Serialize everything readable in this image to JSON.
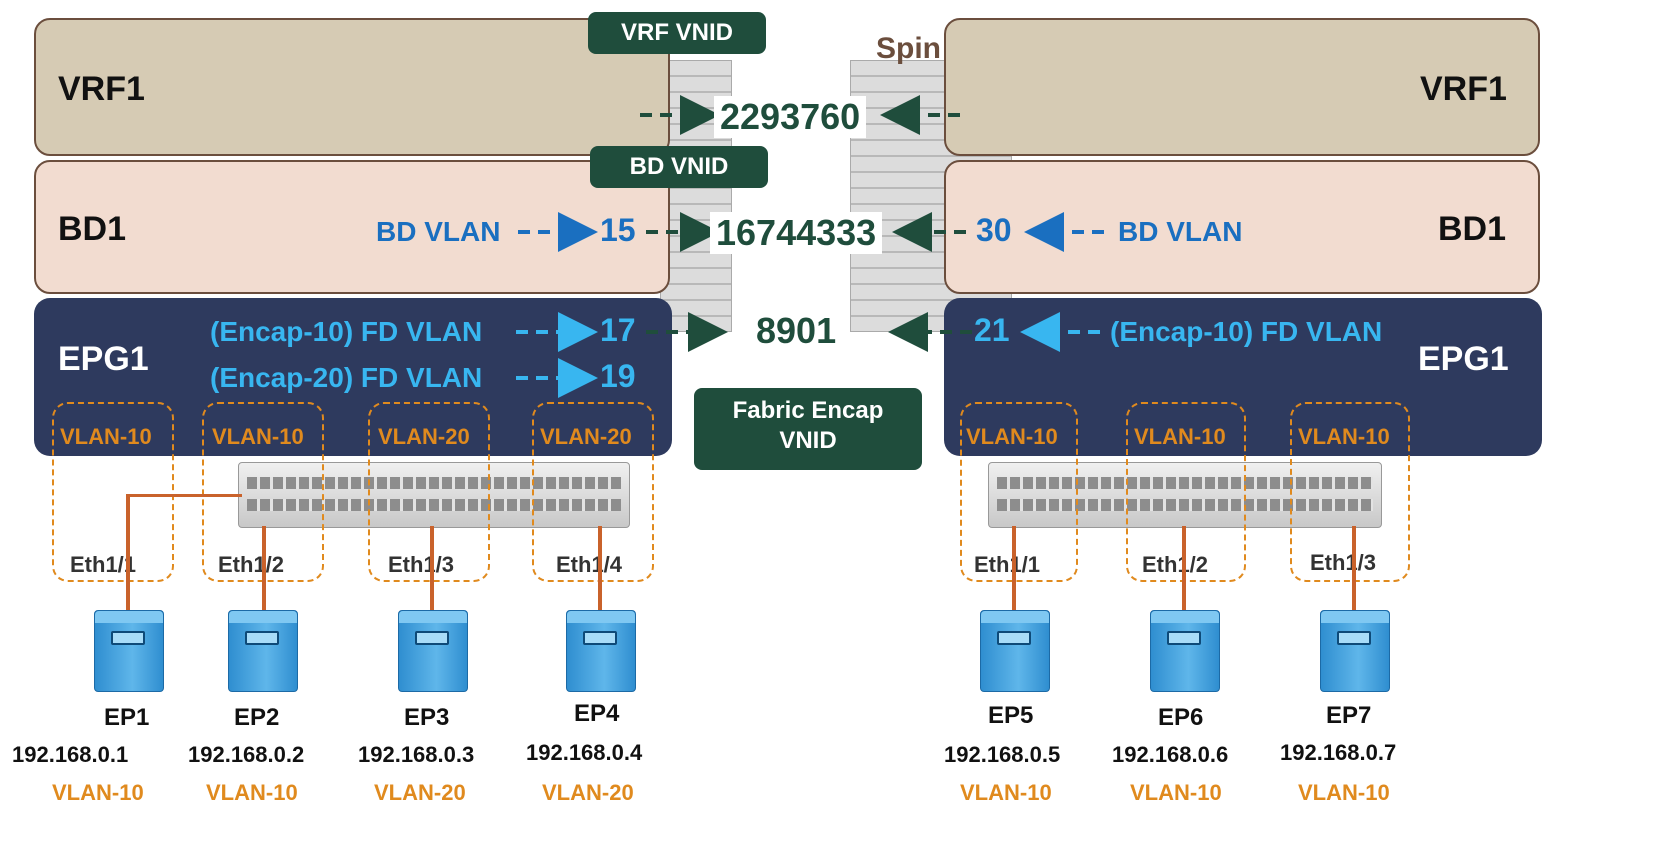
{
  "callouts": {
    "vrf_vnid": "VRF VNID",
    "bd_vnid": "BD VNID",
    "fabric_encap_line1": "Fabric Encap",
    "fabric_encap_line2": "VNID"
  },
  "spine_partial_label": "Spin",
  "left_leaf": {
    "vrf_label": "VRF1",
    "bd_label": "BD1",
    "epg_label": "EPG1",
    "bd_vlan_label": "BD VLAN",
    "bd_vlan_value": "15",
    "fd_vlans": [
      {
        "label": "(Encap-10) FD VLAN",
        "value": "17"
      },
      {
        "label": "(Encap-20) FD VLAN",
        "value": "19"
      }
    ],
    "ports": [
      {
        "vlan": "VLAN-10",
        "eth": "Eth1/1",
        "ep": "EP1",
        "ip": "192.168.0.1",
        "ep_vlan": "VLAN-10"
      },
      {
        "vlan": "VLAN-10",
        "eth": "Eth1/2",
        "ep": "EP2",
        "ip": "192.168.0.2",
        "ep_vlan": "VLAN-10"
      },
      {
        "vlan": "VLAN-20",
        "eth": "Eth1/3",
        "ep": "EP3",
        "ip": "192.168.0.3",
        "ep_vlan": "VLAN-20"
      },
      {
        "vlan": "VLAN-20",
        "eth": "Eth1/4",
        "ep": "EP4",
        "ip": "192.168.0.4",
        "ep_vlan": "VLAN-20"
      }
    ]
  },
  "right_leaf": {
    "vrf_label": "VRF1",
    "bd_label": "BD1",
    "epg_label": "EPG1",
    "bd_vlan_label": "BD VLAN",
    "bd_vlan_value": "30",
    "fd_vlans": [
      {
        "label": "(Encap-10) FD VLAN",
        "value": "21"
      }
    ],
    "ports": [
      {
        "vlan": "VLAN-10",
        "eth": "Eth1/1",
        "ep": "EP5",
        "ip": "192.168.0.5",
        "ep_vlan": "VLAN-10"
      },
      {
        "vlan": "VLAN-10",
        "eth": "Eth1/2",
        "ep": "EP6",
        "ip": "192.168.0.6",
        "ep_vlan": "VLAN-10"
      },
      {
        "vlan": "VLAN-10",
        "eth": "Eth1/3",
        "ep": "EP7",
        "ip": "192.168.0.7",
        "ep_vlan": "VLAN-10"
      }
    ]
  },
  "vnids": {
    "vrf": "2293760",
    "bd": "16744333",
    "fabric_encap": "8901"
  },
  "colors": {
    "vrf_box": "#d6cbb4",
    "bd_box": "#f2dcd0",
    "epg_box": "#2e3a5e",
    "vnid_green": "#1f4d3c",
    "bd_vlan_blue": "#1a6fc0",
    "fd_vlan_cyan": "#38b6f0",
    "vlan_orange": "#e08a1e"
  }
}
